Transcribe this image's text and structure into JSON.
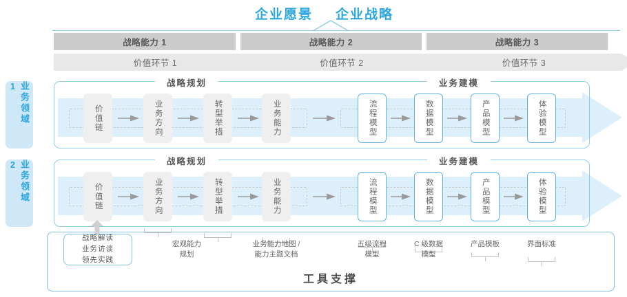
{
  "header": {
    "vision": "企业愿景",
    "strategy": "企业战略"
  },
  "capabilities": [
    {
      "label": "战略能力 1"
    },
    {
      "label": "战略能力 2"
    },
    {
      "label": "战略能力 3"
    }
  ],
  "value_stages": [
    {
      "label": "价值环节 1"
    },
    {
      "label": "价值环节 2"
    },
    {
      "label": "价值环节 3"
    }
  ],
  "domains": [
    {
      "label": "业务领域 1"
    },
    {
      "label": "业务领域 2"
    }
  ],
  "sections": [
    {
      "label": "战略规划"
    },
    {
      "label": "业务建模"
    }
  ],
  "nodes": [
    {
      "label": "价值链",
      "style": "grey"
    },
    {
      "label": "业务方向",
      "style": "grey"
    },
    {
      "label": "转型举措",
      "style": "grey"
    },
    {
      "label": "业务能力",
      "style": "grey"
    },
    {
      "label": "流程模型",
      "style": "blue"
    },
    {
      "label": "数据模型",
      "style": "blue"
    },
    {
      "label": "产品模型",
      "style": "blue"
    },
    {
      "label": "体验模型",
      "style": "blue"
    }
  ],
  "tools": {
    "input_box": "战略解读\n业务访谈\n领先实践",
    "labels": [
      {
        "text": "宏观能力\n规划"
      },
      {
        "text": "业务能力地图 /\n能力主题文档"
      },
      {
        "text": "五级流程\n模型"
      },
      {
        "text": "C 级数据\n模型"
      },
      {
        "text": "产品模板"
      },
      {
        "text": "界面标准"
      }
    ],
    "footer": "工具支撑"
  },
  "colors": {
    "accent": "#2ca6e0",
    "accent_light": "#ddeffa",
    "tag_bg": "#cfe8f8",
    "bar_dark": "#cccccc",
    "bar_light": "#e8e8e8",
    "node_grey": "#efefef",
    "node_blue_border": "#5cb3e2"
  }
}
